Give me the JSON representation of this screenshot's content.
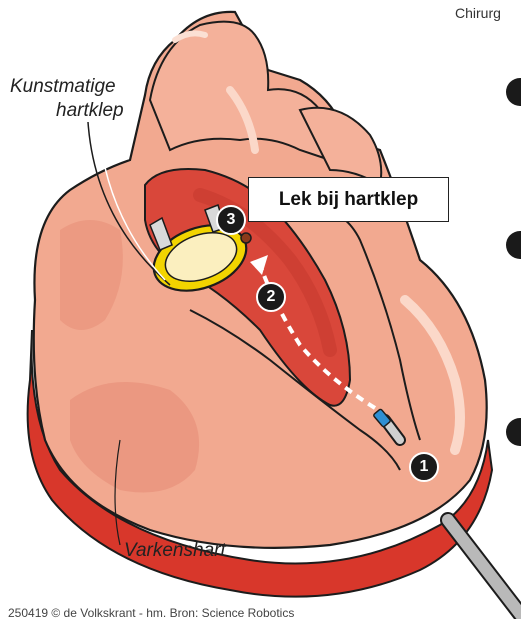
{
  "caption_top": "Chirurg",
  "labels": {
    "valve_line1": "Kunstmatige",
    "valve_line2": "hartklep",
    "heart": "Varkenshart",
    "leak": "Lek bij hartklep"
  },
  "steps": [
    "1",
    "2",
    "3"
  ],
  "credit": "250419 © de Volkskrant - hm. Bron: Science Robotics",
  "colors": {
    "heart_fill": "#f2a990",
    "heart_highlight": "#f8c4b0",
    "heart_outline": "#1c1c1c",
    "chamber": "#d9473a",
    "base_red": "#d8372b",
    "valve_ring": "#f2d400",
    "valve_inner": "#fbefbf",
    "catheter": "#b9b9b9",
    "catheter_tip": "#2f8fd3"
  }
}
